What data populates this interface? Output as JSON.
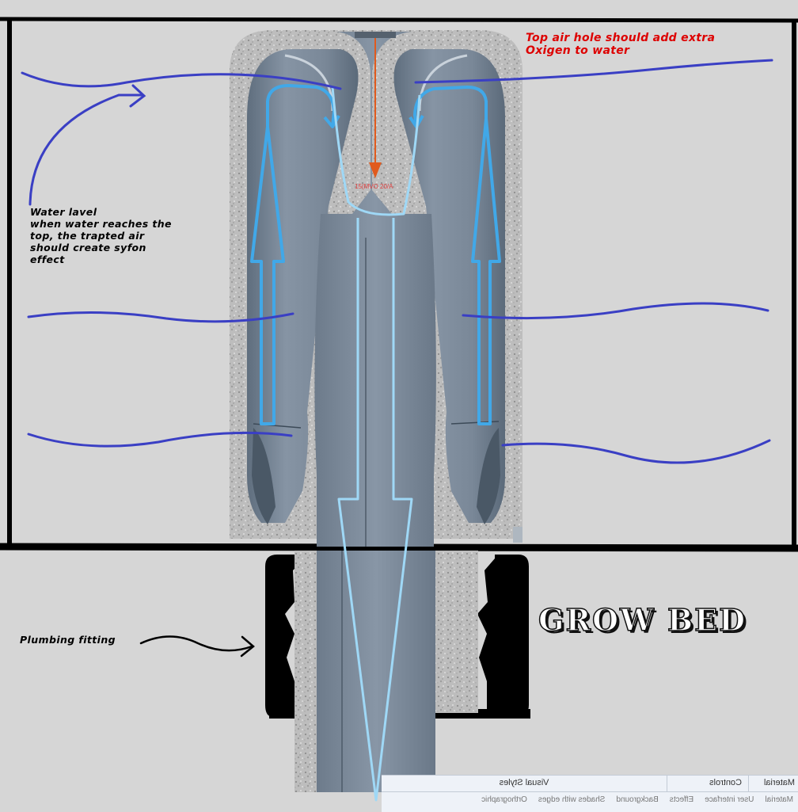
{
  "annotations": {
    "top_air_line1": "Top air hole should add extra",
    "top_air_line2": "Oxigen to water",
    "water_level_line1": "Water lavel",
    "water_level_line2": "when water reaches the",
    "water_level_line3": "top, the trapted air",
    "water_level_line4": "should create syfon",
    "water_level_line5": "effect",
    "plumbing_fitting": "Plumbing fitting",
    "grow_bed": "GROW BED",
    "dimension_text": "15(MVO 20/A"
  },
  "cad_panel": {
    "visual_styles": "Visual Styles",
    "controls": "Controls",
    "material": "Material",
    "bottom_row": [
      "Orthographic",
      "Shades with edges",
      "Background",
      "Effects",
      "User interface",
      "Material"
    ]
  },
  "colors": {
    "frame_background": "#d6d6d6",
    "part_gray": "#7d8c9c",
    "speckle_gray": "#b9b9b9",
    "flow_blue": "#41a8e8",
    "drain_arrow": "#9fd8f6",
    "water_lines": "#3a3fc4",
    "annotation_red": "#dd0000",
    "air_arrow": "#e05a1e"
  }
}
